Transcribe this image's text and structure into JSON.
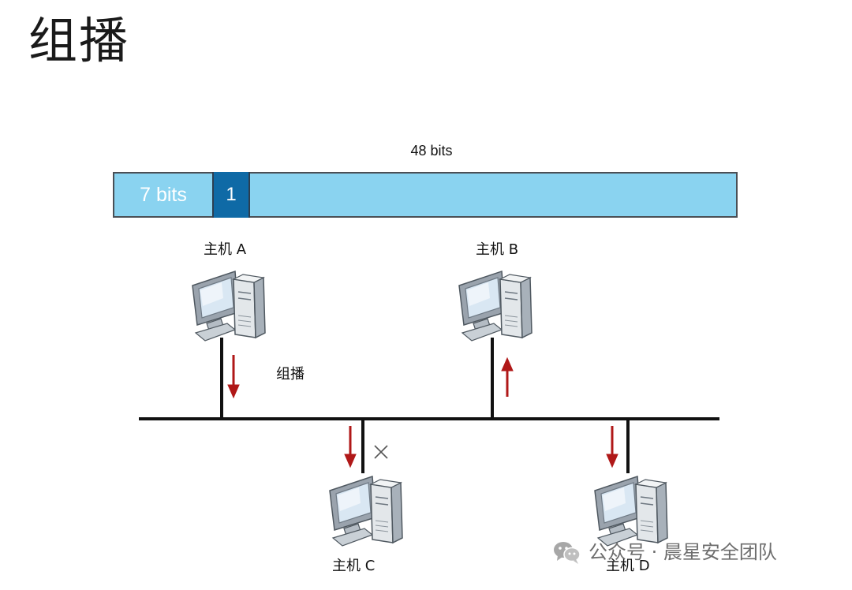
{
  "title": "组播",
  "frame": {
    "total_label": "48 bits",
    "segment_prefix": "7 bits",
    "segment_bit": "1"
  },
  "hosts": {
    "a": "主机 A",
    "b": "主机 B",
    "c": "主机 C",
    "d": "主机 D"
  },
  "multicast_label": "组播",
  "discard_mark": "×",
  "watermark": {
    "text": "公众号 · 晨星安全团队",
    "icon": "wechat-icon"
  },
  "colors": {
    "bar_fill": "#8ad3f0",
    "bit_fill": "#0f6aa6",
    "arrow": "#b01818",
    "cable": "#111111"
  }
}
